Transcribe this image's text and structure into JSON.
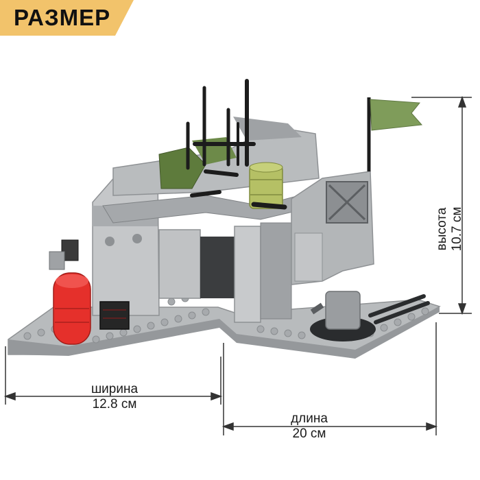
{
  "badge": {
    "text": "РАЗМЕР",
    "color": "#f2c36b"
  },
  "dimensions": {
    "width": {
      "label": "ширина",
      "value": "12.8 см"
    },
    "length": {
      "label": "длина",
      "value": "20 см"
    },
    "height": {
      "label": "высота",
      "value": "10.7 см"
    }
  },
  "colors": {
    "brick_light": "#c7c9cb",
    "brick_dark": "#8e9194",
    "baseplate": "#b5b8ba",
    "camo_green": "#5e7b3c",
    "flag_green": "#7f9c5a",
    "extinguisher": "#e5302b",
    "barrel": "#b5c065"
  }
}
